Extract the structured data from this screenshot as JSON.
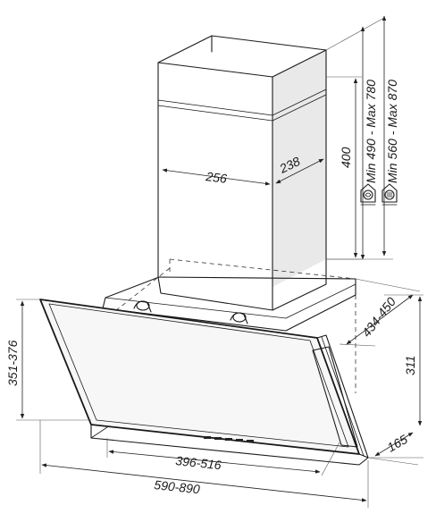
{
  "dimensions": {
    "chimney_width": "256",
    "chimney_depth": "238",
    "chimney_height": "400",
    "height_range_a": "Min 490 - Max 780",
    "height_range_b": "Min 560 - Max 870",
    "side_depth": "434-450",
    "front_height": "351-376",
    "hood_height": "311",
    "base_depth": "165",
    "inner_width": "396-516",
    "total_width": "590-890"
  },
  "icons": {
    "mode_a": "extraction-fan-icon",
    "mode_b": "recirculation-filter-icon"
  }
}
